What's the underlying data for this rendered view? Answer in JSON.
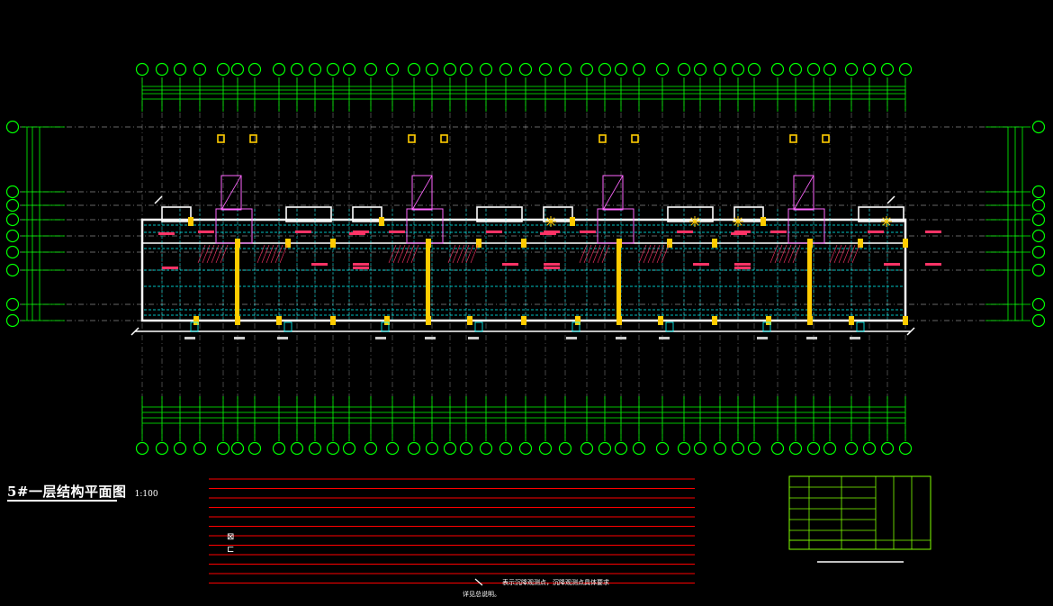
{
  "drawing": {
    "title": "5#一层结构平面图",
    "scale": "1:100"
  },
  "notes": {
    "note1": "表示沉降观测点，沉降观测点具体要求",
    "note2": "详见总说明。"
  },
  "colors": {
    "background": "#000000",
    "axis_bubble": "#00ff00",
    "dim_line": "#00ff00",
    "dash_line": "#ffffff",
    "wall": "#ffffff",
    "column": "#ffcc00",
    "beam": "#00ffff",
    "annotation": "#ff3366",
    "stair": "#ff66ff",
    "red_line": "#ff0000",
    "table": "#7fff00"
  }
}
